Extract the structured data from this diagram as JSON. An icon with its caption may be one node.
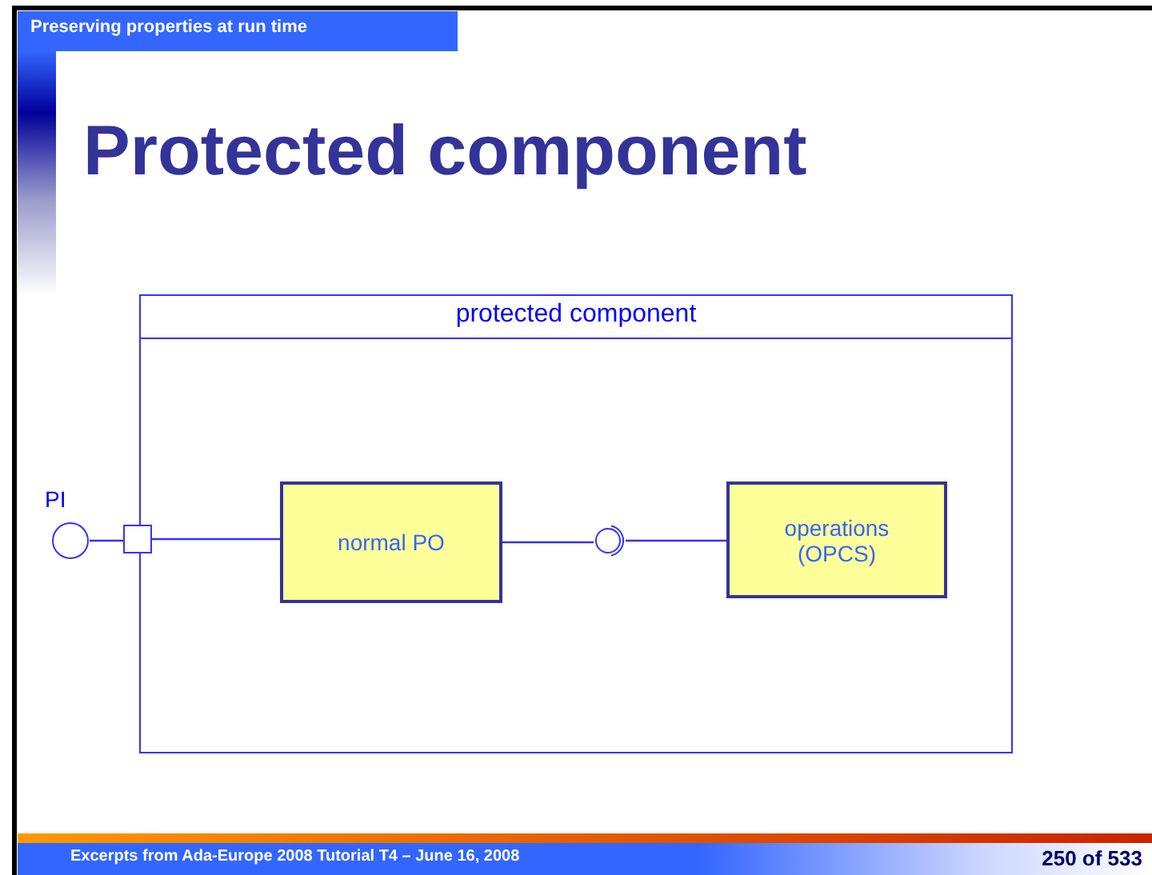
{
  "diagram": {
    "title": "Protected component",
    "nodes": [
      {
        "text": [
          "protected component"
        ]
      },
      {
        "text": [
          "PI"
        ]
      },
      {
        "text": [],
        "shape": "box"
      },
      {
        "text": [
          "normal PO"
        ],
        "in": 0
      },
      {
        "text": [],
        "shape": "circle",
        "in": 0
      },
      {
        "text": [
          "operations (OPCS)"
        ],
        "in": 0
      }
    ],
    "edges": [
      {
        "from": 1,
        "to": 2,
        "arrow": "none"
      },
      {
        "from": 2,
        "to": 3,
        "arrow": "none"
      },
      {
        "from": 3,
        "to": 4,
        "arrow": "none"
      },
      {
        "from": 4,
        "to": 5,
        "arrow": "none"
      }
    ],
    "labels": [
      "Preserving properties at run time",
      "Excerpts from Ada-Europe 2008 Tutorial T4 – June 16, 2008",
      "250 of 533"
    ]
  }
}
